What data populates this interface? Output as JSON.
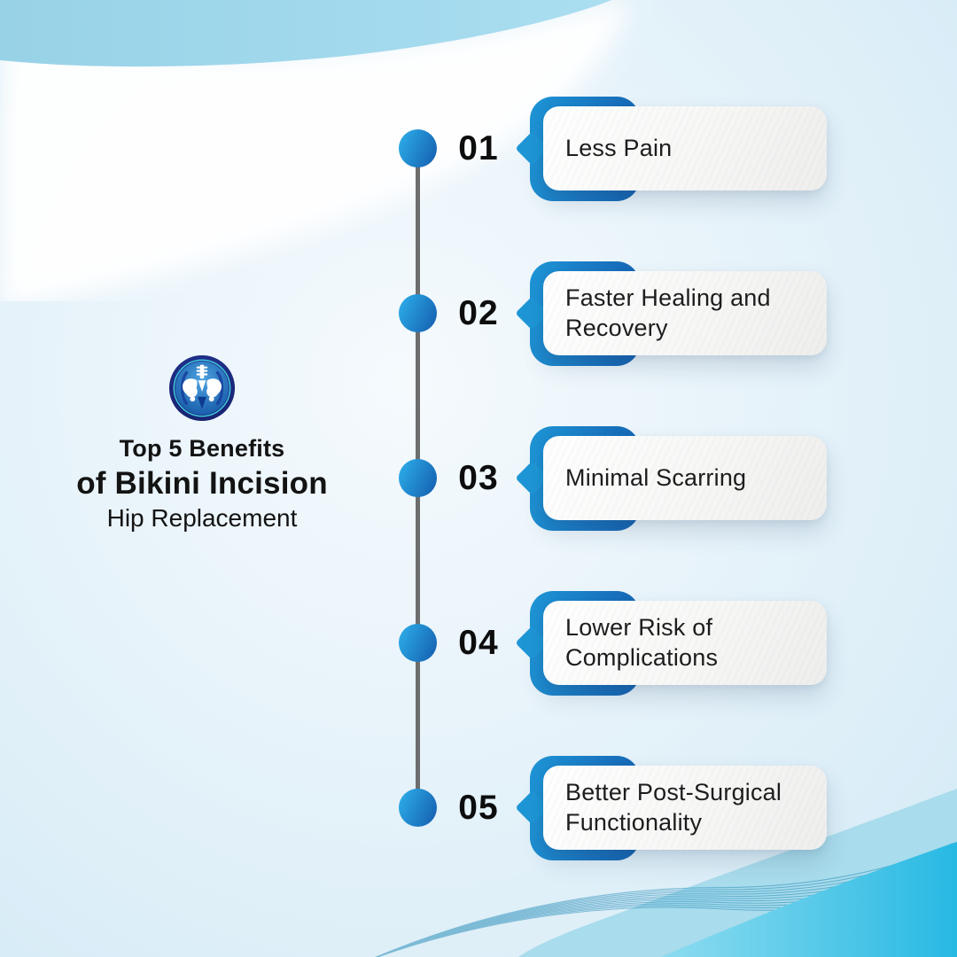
{
  "title": {
    "line1": "Top 5 Benefits",
    "line2": "of Bikini Incision",
    "line3": "Hip Replacement"
  },
  "logo": {
    "name": "hip-pelvis-badge"
  },
  "items": [
    {
      "number": "01",
      "label": "Less Pain"
    },
    {
      "number": "02",
      "label": "Faster Healing and Recovery"
    },
    {
      "number": "03",
      "label": "Minimal Scarring"
    },
    {
      "number": "04",
      "label": "Lower Risk of Complications"
    },
    {
      "number": "05",
      "label": "Better Post-Surgical Functionality"
    }
  ],
  "colors": {
    "bracket_left": "#1e96d6",
    "bracket_right": "#1460ae",
    "dot_light": "#2aa4e2",
    "dot_dark": "#1560b0",
    "timeline_gray": "#6d6d6d",
    "text_dark": "#131313",
    "band_blue": "#a0d7ea",
    "wave_mid": "#a9dcec",
    "wave_bright": "#27b9e3",
    "wave_bright_light": "#8edcf0"
  }
}
